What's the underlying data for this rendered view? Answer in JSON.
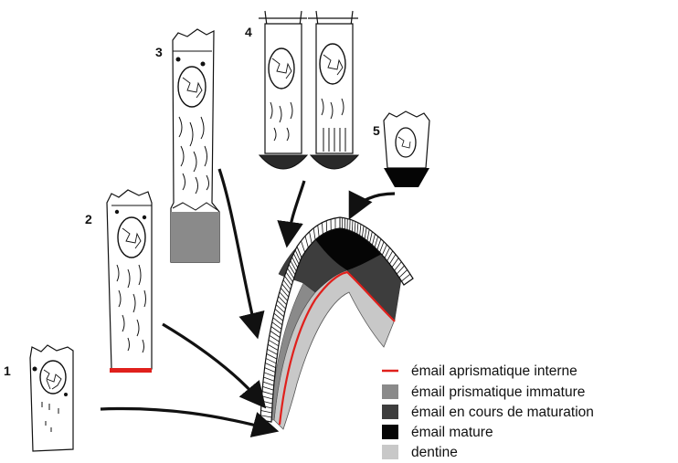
{
  "stages": [
    {
      "id": "1",
      "label": "1"
    },
    {
      "id": "2",
      "label": "2"
    },
    {
      "id": "3",
      "label": "3"
    },
    {
      "id": "4",
      "label": "4"
    },
    {
      "id": "5",
      "label": "5"
    }
  ],
  "legend": [
    {
      "key": "aprismatic",
      "text": "émail  aprismatique interne",
      "swatch": "line",
      "color": "#e0201c"
    },
    {
      "key": "immature",
      "text": "émail  prismatique immature",
      "swatch": "box",
      "color": "#8a8a8a"
    },
    {
      "key": "maturation",
      "text": "émail en cours de maturation",
      "swatch": "box",
      "color": "#3d3d3d"
    },
    {
      "key": "mature",
      "text": "émail mature",
      "swatch": "box",
      "color": "#050505"
    },
    {
      "key": "dentine",
      "text": "dentine",
      "swatch": "box",
      "color": "#c8c8c8"
    }
  ],
  "colors": {
    "ink": "#111111",
    "aprismatic": "#e0201c",
    "immature": "#8a8a8a",
    "maturation": "#3d3d3d",
    "mature": "#050505",
    "dentine": "#c8c8c8"
  }
}
